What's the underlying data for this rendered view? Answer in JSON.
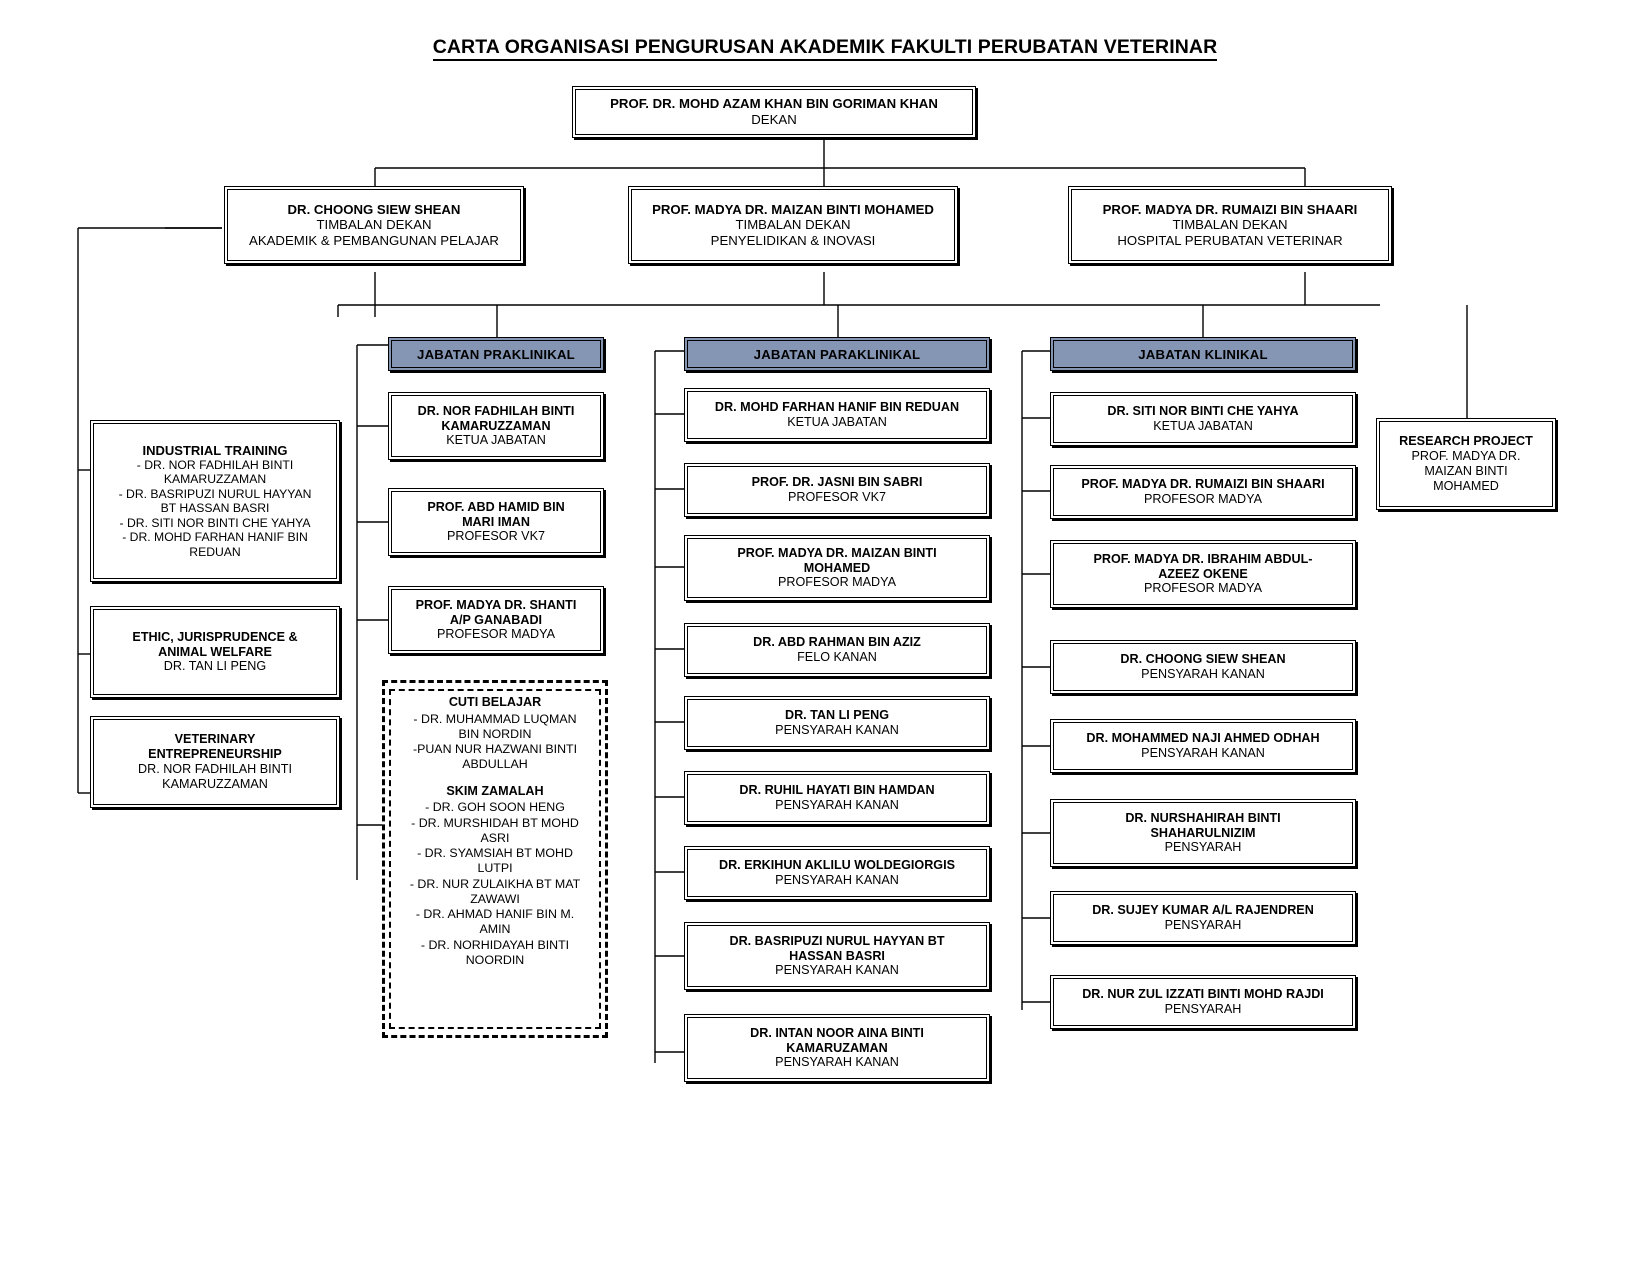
{
  "title": "CARTA ORGANISASI PENGURUSAN AKADEMIK FAKULTI PERUBATAN VETERINAR",
  "colors": {
    "dept_header_fill": "#8596b5",
    "box_border": "#000000",
    "page_background": "#ffffff"
  },
  "dean": {
    "name": "PROF. DR. MOHD AZAM KHAN BIN GORIMAN KHAN",
    "position": "DEKAN"
  },
  "deputy_deans": [
    {
      "name": "DR. CHOONG SIEW SHEAN",
      "position": "TIMBALAN DEKAN",
      "portfolio": "AKADEMIK & PEMBANGUNAN PELAJAR"
    },
    {
      "name": "PROF. MADYA DR. MAIZAN BINTI MOHAMED",
      "position": "TIMBALAN DEKAN",
      "portfolio": "PENYELIDIKAN & INOVASI"
    },
    {
      "name": "PROF. MADYA DR. RUMAIZI BIN SHAARI",
      "position": "TIMBALAN DEKAN",
      "portfolio": "HOSPITAL PERUBATAN VETERINAR"
    }
  ],
  "academic_units": [
    {
      "heading": "INDUSTRIAL TRAINING",
      "members": [
        "- DR. NOR FADHILAH BINTI",
        "KAMARUZZAMAN",
        "- DR. BASRIPUZI NURUL HAYYAN",
        "BT HASSAN BASRI",
        "- DR. SITI NOR BINTI CHE YAHYA",
        "- DR. MOHD FARHAN HANIF BIN",
        "REDUAN"
      ]
    },
    {
      "heading": "ETHIC, JURISPRUDENCE &\nANIMAL WELFARE",
      "heading_l1": "ETHIC, JURISPRUDENCE &",
      "heading_l2": "ANIMAL WELFARE",
      "members": [
        "DR. TAN LI PENG"
      ]
    },
    {
      "heading_l1": "VETERINARY",
      "heading_l2": "ENTREPRENEURSHIP",
      "members": [
        "DR. NOR FADHILAH BINTI",
        "KAMARUZZAMAN"
      ]
    }
  ],
  "departments": [
    {
      "header": "JABATAN PRAKLINIKAL",
      "staff": [
        {
          "name_l1": "DR. NOR FADHILAH BINTI",
          "name_l2": "KAMARUZZAMAN",
          "role": "KETUA JABATAN"
        },
        {
          "name_l1": "PROF. ABD HAMID BIN",
          "name_l2": "MARI IMAN",
          "role": "PROFESOR VK7"
        },
        {
          "name_l1": "PROF. MADYA DR. SHANTI",
          "name_l2": "A/P GANABADI",
          "role": "PROFESOR MADYA"
        }
      ]
    },
    {
      "header": "JABATAN PARAKLINIKAL",
      "staff": [
        {
          "name_l1": "DR. MOHD FARHAN HANIF BIN REDUAN",
          "name_l2": "",
          "role": "KETUA JABATAN"
        },
        {
          "name_l1": "PROF. DR. JASNI BIN SABRI",
          "name_l2": "",
          "role": "PROFESOR VK7"
        },
        {
          "name_l1": "PROF. MADYA DR. MAIZAN BINTI",
          "name_l2": "MOHAMED",
          "role": "PROFESOR MADYA"
        },
        {
          "name_l1": "DR. ABD RAHMAN BIN AZIZ",
          "name_l2": "",
          "role": "FELO KANAN"
        },
        {
          "name_l1": "DR. TAN LI PENG",
          "name_l2": "",
          "role": "PENSYARAH KANAN"
        },
        {
          "name_l1": "DR. RUHIL HAYATI BIN HAMDAN",
          "name_l2": "",
          "role": "PENSYARAH KANAN"
        },
        {
          "name_l1": "DR. ERKIHUN AKLILU WOLDEGIORGIS",
          "name_l2": "",
          "role": "PENSYARAH KANAN"
        },
        {
          "name_l1": "DR. BASRIPUZI NURUL HAYYAN BT",
          "name_l2": "HASSAN BASRI",
          "role": "PENSYARAH KANAN"
        },
        {
          "name_l1": "DR. INTAN NOOR AINA BINTI",
          "name_l2": "KAMARUZAMAN",
          "role": "PENSYARAH KANAN"
        }
      ]
    },
    {
      "header": "JABATAN KLINIKAL",
      "staff": [
        {
          "name_l1": "DR. SITI NOR BINTI CHE YAHYA",
          "name_l2": "",
          "role": "KETUA JABATAN"
        },
        {
          "name_l1": "PROF. MADYA DR. RUMAIZI BIN SHAARI",
          "name_l2": "",
          "role": "PROFESOR MADYA"
        },
        {
          "name_l1": "PROF. MADYA DR. IBRAHIM ABDUL-",
          "name_l2": "AZEEZ OKENE",
          "role": "PROFESOR MADYA"
        },
        {
          "name_l1": "DR. CHOONG SIEW SHEAN",
          "name_l2": "",
          "role": "PENSYARAH KANAN"
        },
        {
          "name_l1": "DR. MOHAMMED NAJI AHMED ODHAH",
          "name_l2": "",
          "role": "PENSYARAH KANAN"
        },
        {
          "name_l1": "DR. NURSHAHIRAH BINTI",
          "name_l2": "SHAHARULNIZIM",
          "role": "PENSYARAH"
        },
        {
          "name_l1": "DR. SUJEY KUMAR A/L RAJENDREN",
          "name_l2": "",
          "role": "PENSYARAH"
        },
        {
          "name_l1": "DR. NUR ZUL IZZATI BINTI MOHD RAJDI",
          "name_l2": "",
          "role": "PENSYARAH"
        }
      ]
    }
  ],
  "study_leave": {
    "section1_heading": "CUTI BELAJAR",
    "section1_items": [
      "- DR. MUHAMMAD LUQMAN",
      "BIN NORDIN",
      "-PUAN NUR HAZWANI BINTI",
      "ABDULLAH"
    ],
    "section2_heading": "SKIM ZAMALAH",
    "section2_items": [
      "- DR. GOH SOON HENG",
      "- DR. MURSHIDAH BT MOHD",
      "ASRI",
      "- DR. SYAMSIAH BT MOHD",
      "LUTPI",
      "- DR. NUR ZULAIKHA BT MAT",
      "ZAWAWI",
      "-  DR. AHMAD HANIF BIN M.",
      "AMIN",
      "- DR. NORHIDAYAH BINTI",
      "NOORDIN"
    ]
  },
  "research_project": {
    "heading": "RESEARCH PROJECT",
    "name_l1": "PROF. MADYA DR.",
    "name_l2": "MAIZAN BINTI",
    "name_l3": "MOHAMED"
  }
}
